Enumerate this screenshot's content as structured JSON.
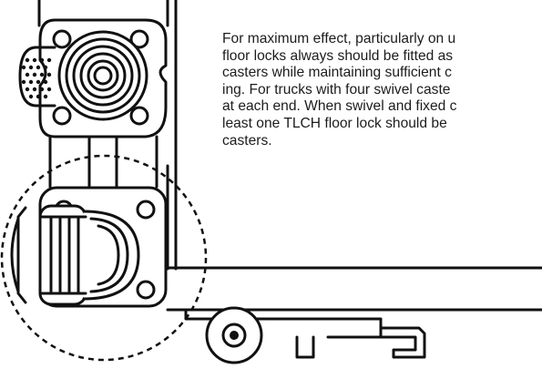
{
  "document": {
    "body_lines": [
      "For maximum effect, particularly on u",
      "floor locks always should be fitted as",
      "casters while maintaining sufficient c",
      "ing. For trucks with four swivel caste",
      "at each end. When swivel and fixed c",
      "least one TLCH floor lock should be",
      "casters."
    ]
  },
  "illustration": {
    "subjects": [
      "swivel-caster-top-view",
      "caster-side-view",
      "floor-lock",
      "truck-frame"
    ],
    "ink_color": "#111111",
    "paper_color": "#ffffff"
  }
}
